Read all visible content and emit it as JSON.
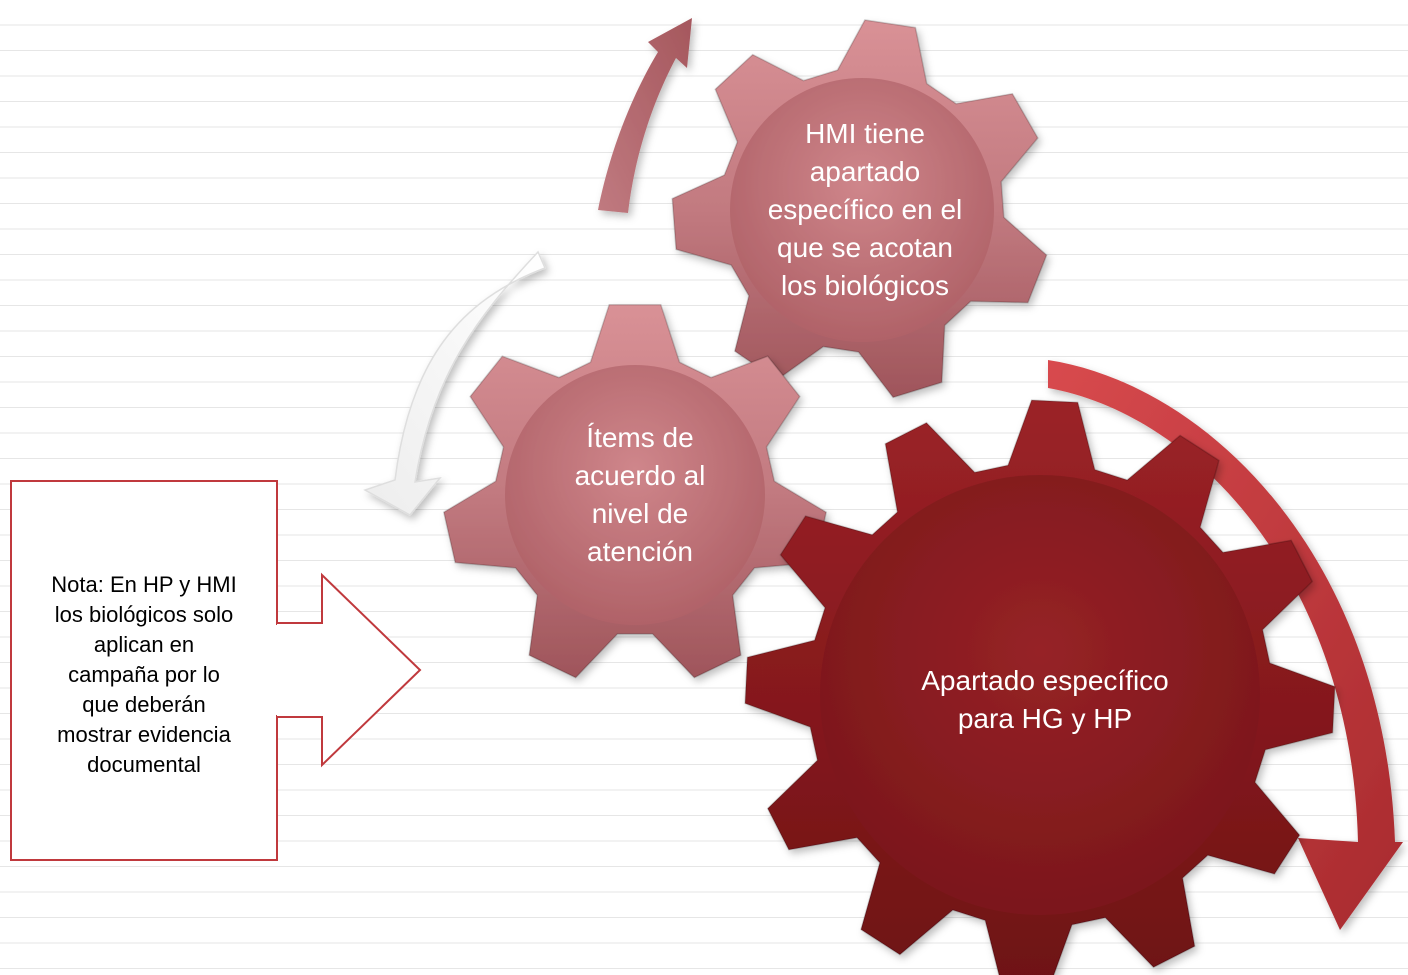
{
  "gears": {
    "top": {
      "label": "HMI tiene\napartado\nespecífico en el\nque se acotan\nlos biológicos"
    },
    "middle": {
      "label": "Ítems de\nacuerdo al\nnivel de\natención"
    },
    "bottom": {
      "label": "Apartado específico\npara HG y HP"
    }
  },
  "note": {
    "text": "Nota: En  HP y HMI\nlos biológicos solo\naplican en\ncampaña por lo\nque deberán\nmostrar evidencia\ndocumental"
  },
  "colors": {
    "gear_top": "#b86a70",
    "gear_middle": "#b86a70",
    "gear_bottom": "#8a1f23",
    "note_border": "#c0393d",
    "arrow_red": "#c0393d"
  }
}
